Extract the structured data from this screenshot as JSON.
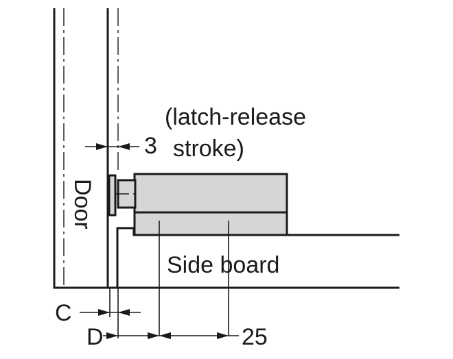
{
  "labels": {
    "note_line1": "(latch-release",
    "note_line2": "stroke)",
    "stroke_value": "3",
    "door": "Door",
    "side_board": "Side board",
    "dim_c": "C",
    "dim_d": "D",
    "dim_25": "25"
  }
}
